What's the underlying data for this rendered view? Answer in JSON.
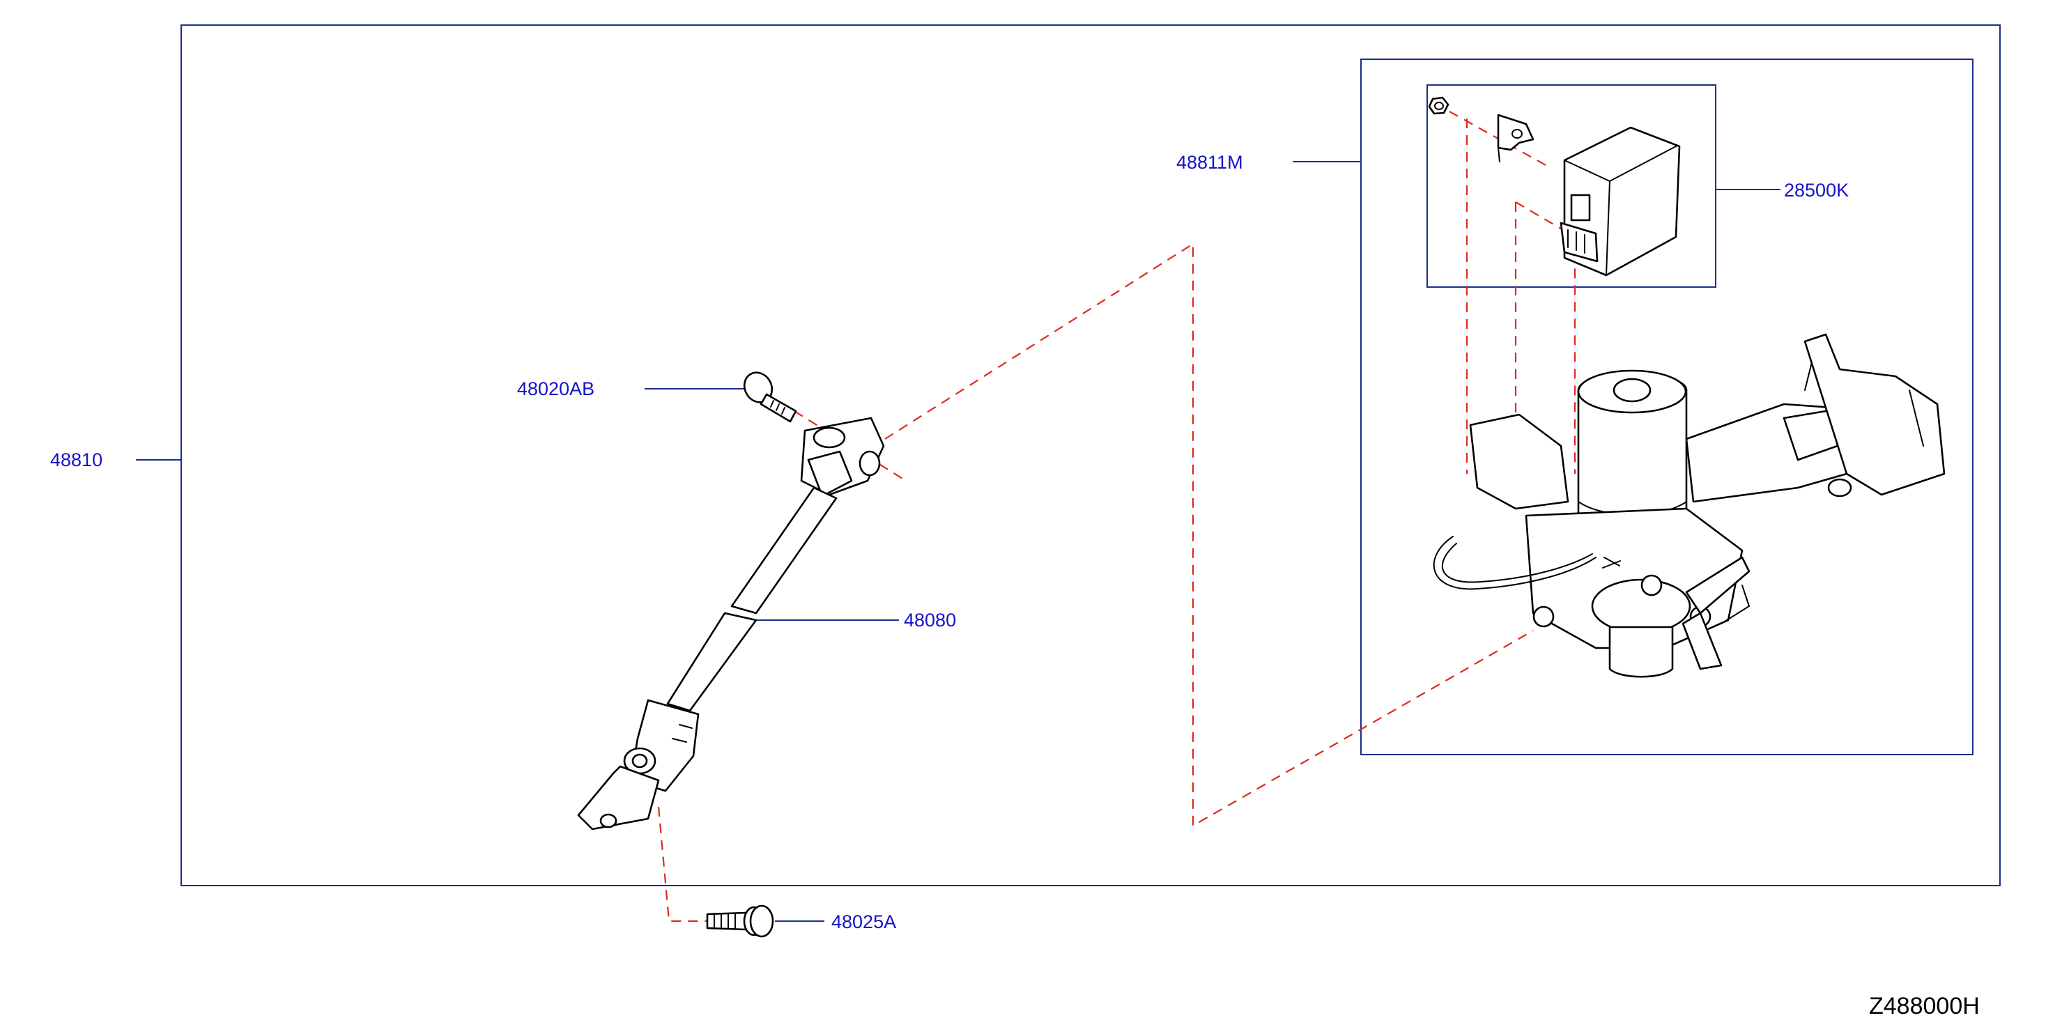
{
  "callouts": {
    "assembly": "48810",
    "bolt_upper": "48020AB",
    "lower_shaft": "48080",
    "bolt_lower": "48025A",
    "column_assembly": "48811M",
    "control_unit": "28500K"
  },
  "diagram_code": "Z488000H",
  "colors": {
    "label_text": "#1414c8",
    "frame_lines": "#1a2f8a",
    "dashed_guides": "#e0281e",
    "part_outline": "#000000"
  }
}
